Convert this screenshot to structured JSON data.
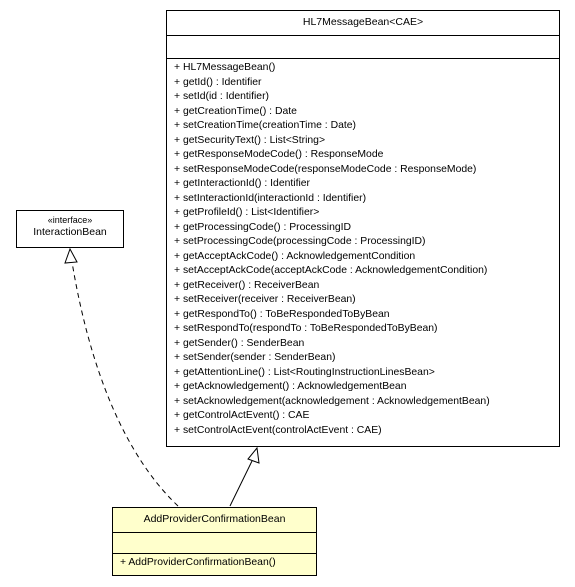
{
  "classes": {
    "hl7": {
      "name": "HL7MessageBean<CAE>",
      "operations": [
        "+ HL7MessageBean()",
        "+ getId() : Identifier",
        "+ setId(id : Identifier)",
        "+ getCreationTime() : Date",
        "+ setCreationTime(creationTime : Date)",
        "+ getSecurityText() : List<String>",
        "+ getResponseModeCode() : ResponseMode",
        "+ setResponseModeCode(responseModeCode : ResponseMode)",
        "+ getInteractionId() : Identifier",
        "+ setInteractionId(interactionId : Identifier)",
        "+ getProfileId() : List<Identifier>",
        "+ getProcessingCode() : ProcessingID",
        "+ setProcessingCode(processingCode : ProcessingID)",
        "+ getAcceptAckCode() : AcknowledgementCondition",
        "+ setAcceptAckCode(acceptAckCode : AcknowledgementCondition)",
        "+ getReceiver() : ReceiverBean",
        "+ setReceiver(receiver : ReceiverBean)",
        "+ getRespondTo() : ToBeRespondedToByBean",
        "+ setRespondTo(respondTo : ToBeRespondedToByBean)",
        "+ getSender() : SenderBean",
        "+ setSender(sender : SenderBean)",
        "+ getAttentionLine() : List<RoutingInstructionLinesBean>",
        "+ getAcknowledgement() : AcknowledgementBean",
        "+ setAcknowledgement(acknowledgement : AcknowledgementBean)",
        "+ getControlActEvent() : CAE",
        "+ setControlActEvent(controlActEvent : CAE)"
      ]
    },
    "interaction": {
      "stereotype": "«interface»",
      "name": "InteractionBean"
    },
    "addprov": {
      "name": "AddProviderConfirmationBean",
      "operations": [
        "+ AddProviderConfirmationBean()"
      ]
    }
  },
  "colors": {
    "border": "#000000",
    "background": "#ffffff",
    "highlight": "#ffffcc"
  },
  "relations": [
    {
      "from": "AddProviderConfirmationBean",
      "to": "HL7MessageBean<CAE>",
      "type": "generalization"
    },
    {
      "from": "AddProviderConfirmationBean",
      "to": "InteractionBean",
      "type": "realization"
    }
  ]
}
